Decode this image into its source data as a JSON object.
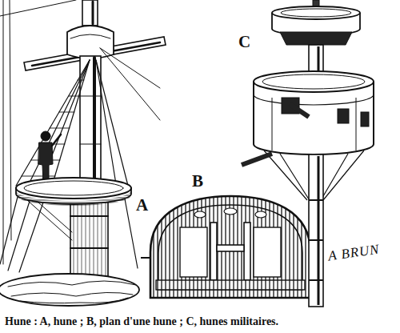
{
  "diagram": {
    "caption": "Hune : A, hune ; B, plan d'une hune ; C, hunes militaires.",
    "labels": [
      "A",
      "B",
      "C",
      "A BRUN"
    ]
  }
}
